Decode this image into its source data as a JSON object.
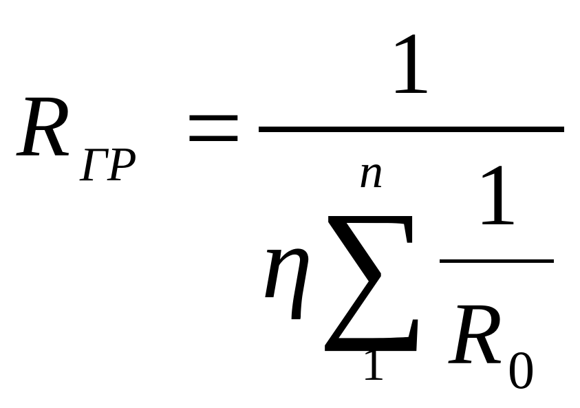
{
  "formula": {
    "lhs": {
      "base": "R",
      "subscript": "ГР"
    },
    "equals": "=",
    "numerator": "1",
    "denominator": {
      "coefficient": "η",
      "sum_symbol": "∑",
      "sum_upper": "n",
      "sum_lower": "1",
      "inner_numerator": "1",
      "inner_denominator": {
        "base": "R",
        "subscript": "0"
      }
    }
  }
}
